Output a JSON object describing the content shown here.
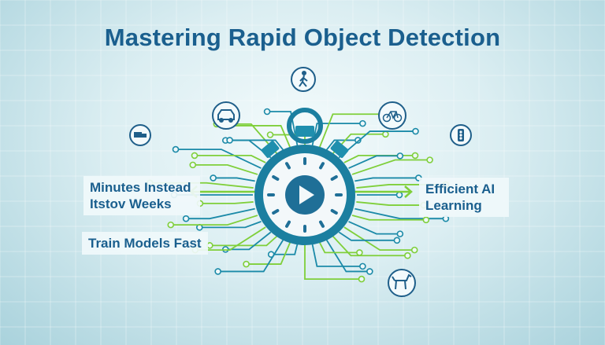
{
  "title": "Mastering Rapid Object Detection",
  "labels": {
    "minutes": "Minutes Instead Itstov Weeks",
    "train": "Train Models Fast",
    "efficient": "Efficient AI Learning"
  },
  "icons": [
    "pedestrian-icon",
    "car-icon",
    "bicycle-icon",
    "truck-icon",
    "traffic-light-icon",
    "dog-icon",
    "stopwatch-icon",
    "play-icon"
  ],
  "colors": {
    "title": "#1a5f8e",
    "teal": "#1b8aa8",
    "green": "#7fcf3a",
    "dial": "#1f6f97"
  }
}
